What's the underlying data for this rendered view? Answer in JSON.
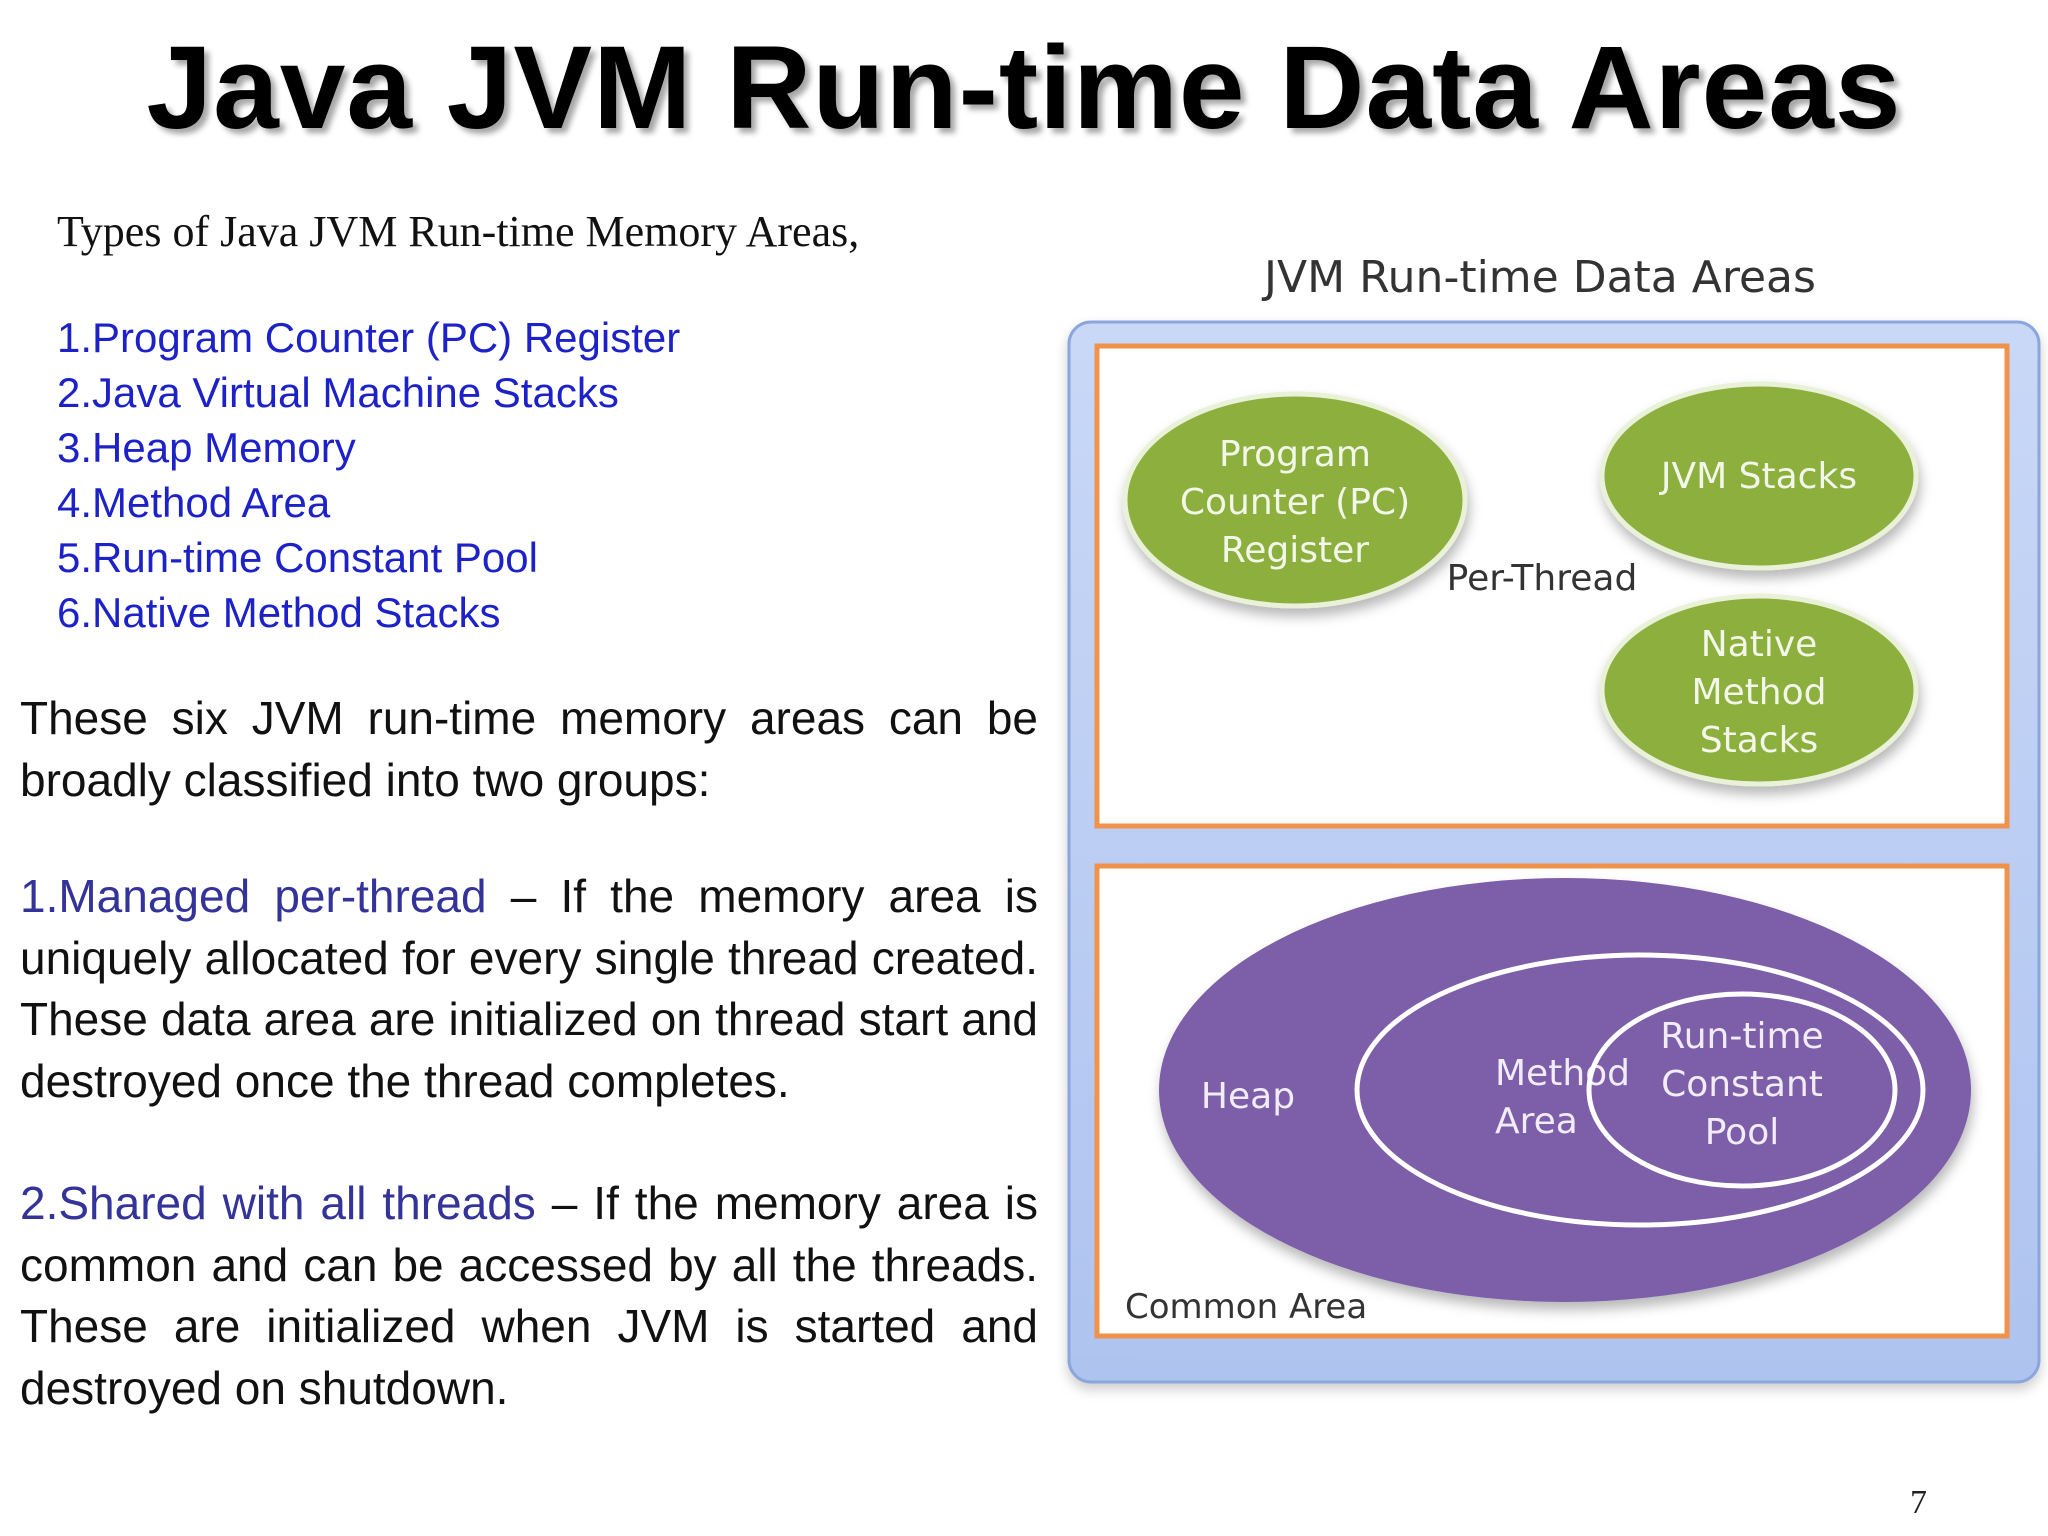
{
  "slide": {
    "title": "Java JVM Run-time Data Areas",
    "intro": "Types of Java JVM Run-time Memory Areas,",
    "types": [
      "1.Program Counter (PC) Register",
      "2.Java Virtual Machine Stacks",
      "3.Heap Memory",
      "4.Method Area",
      "5.Run-time Constant Pool",
      "6.Native Method Stacks"
    ],
    "classification": "These six JVM run-time memory areas can be broadly classified into two groups:",
    "group1": {
      "term": "1.Managed per-thread",
      "text": " – If the memory area is uniquely allocated for every single thread created. These data area are initialized on thread start and destroyed once the thread completes."
    },
    "group2": {
      "term": "2.Shared with all threads",
      "text": " – If the memory area is common and can be accessed by all the threads. These are initialized when JVM is started and destroyed on shutdown."
    },
    "page_number": "7"
  },
  "diagram": {
    "title": "JVM Run-time  Data Areas",
    "per_thread_label": "Per-Thread",
    "common_area_label": "Common Area",
    "pc_register": [
      "Program",
      "Counter (PC)",
      "Register"
    ],
    "jvm_stacks": "JVM Stacks",
    "native_stacks": [
      "Native",
      "Method",
      "Stacks"
    ],
    "heap": "Heap",
    "method_area": [
      "Method",
      "Area"
    ],
    "constant_pool": [
      "Run-time",
      "Constant",
      "Pool"
    ],
    "colors": {
      "outer_fill": "#bfd0f4",
      "outer_stroke": "#8aa6dc",
      "box_stroke": "#f0924a",
      "green": "#8caf3c",
      "purple": "#7b5ea8"
    }
  }
}
